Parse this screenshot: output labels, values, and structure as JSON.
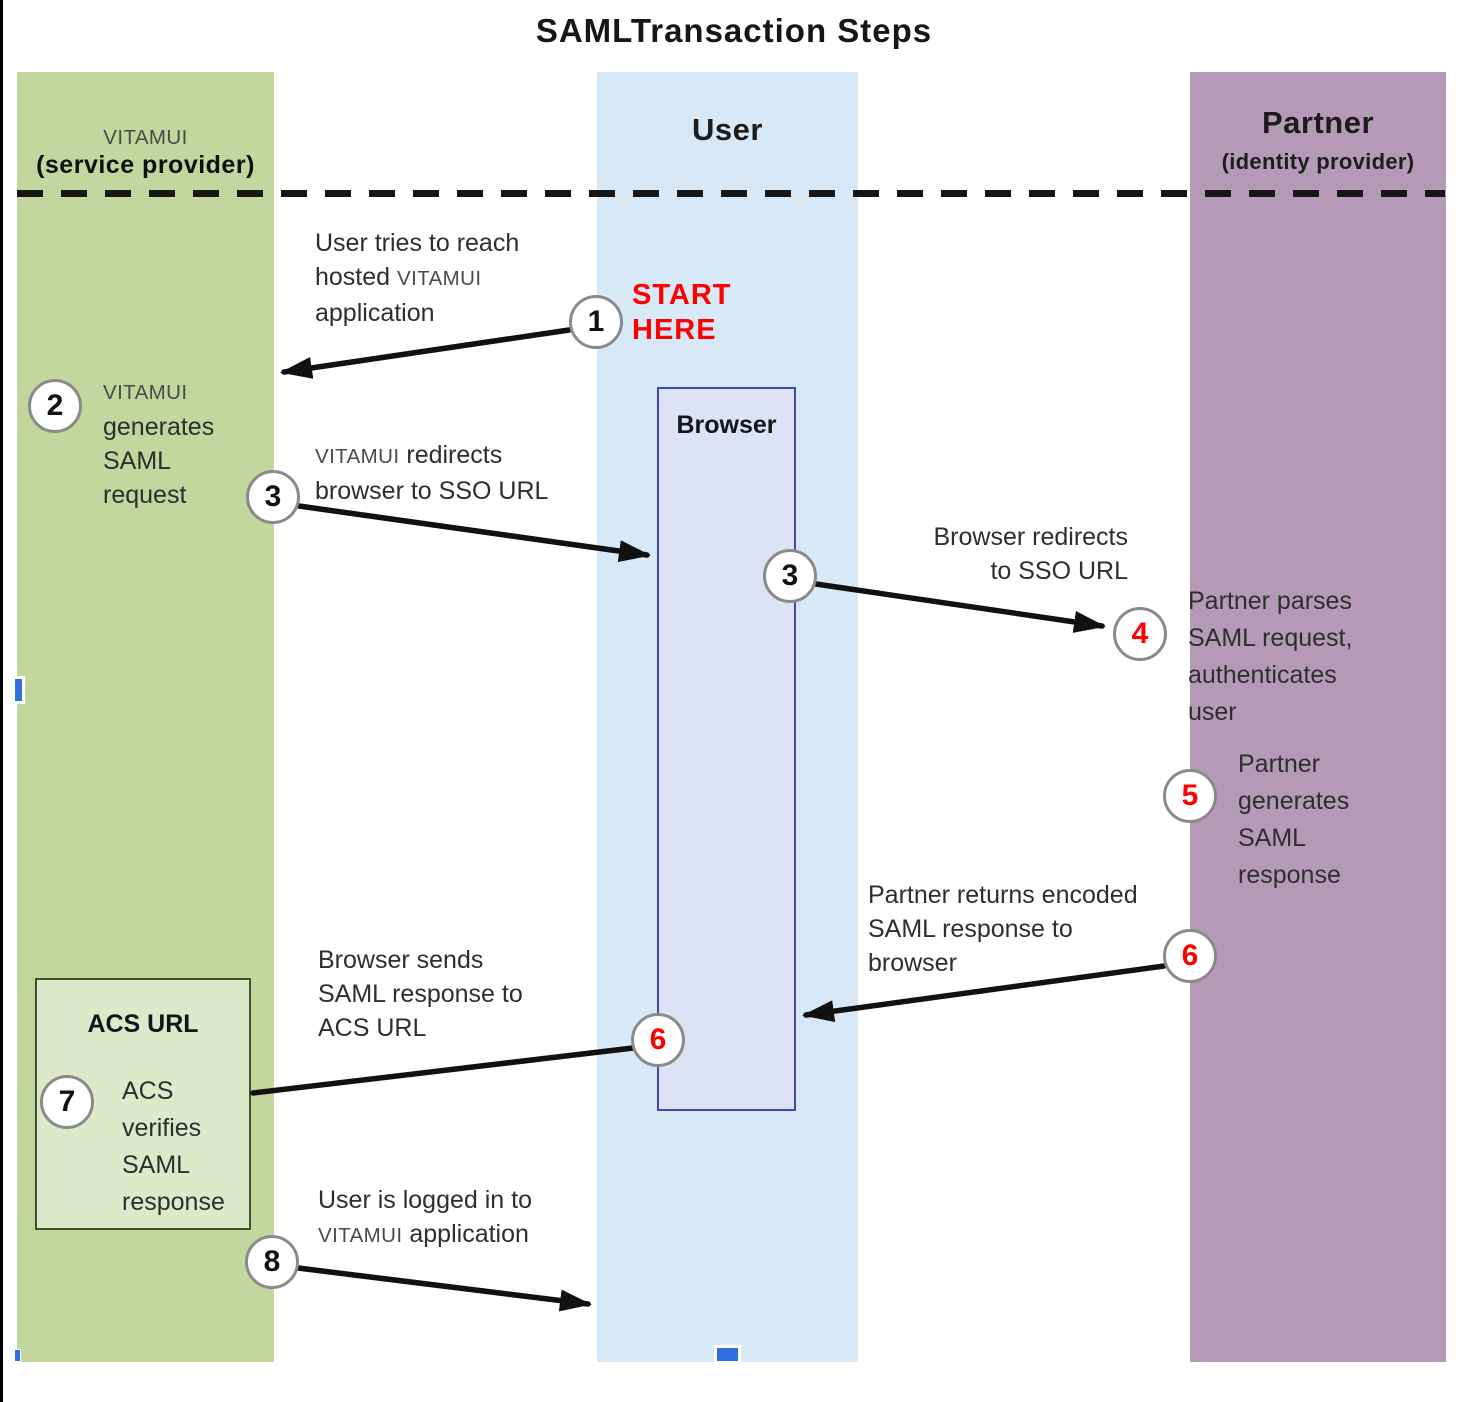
{
  "title": "SAMLTransaction Steps",
  "lanes": {
    "service_provider": {
      "name": "VITAMUI",
      "subtitle": "(service provider)"
    },
    "user": {
      "name": "User"
    },
    "identity_provider": {
      "name": "Partner",
      "subtitle": "(identity provider)"
    }
  },
  "boxes": {
    "browser": "Browser",
    "acs": "ACS URL"
  },
  "start_marker": "START\nHERE",
  "step_circles": [
    {
      "id": "1",
      "num": "1",
      "variant": "black"
    },
    {
      "id": "2",
      "num": "2",
      "variant": "black"
    },
    {
      "id": "3-left",
      "num": "3",
      "variant": "black"
    },
    {
      "id": "3-right",
      "num": "3",
      "variant": "black"
    },
    {
      "id": "4",
      "num": "4",
      "variant": "red"
    },
    {
      "id": "5",
      "num": "5",
      "variant": "red"
    },
    {
      "id": "6-right",
      "num": "6",
      "variant": "red"
    },
    {
      "id": "6-left",
      "num": "6",
      "variant": "red"
    },
    {
      "id": "7",
      "num": "7",
      "variant": "black"
    },
    {
      "id": "8",
      "num": "8",
      "variant": "black"
    }
  ],
  "annotations": {
    "step1": "User tries to reach\nhosted VITAMUI\napplication",
    "step2": "VITAMUI\ngenerates\nSAML\nrequest",
    "step3_left": "VITAMUI redirects\nbrowser to SSO URL",
    "step3_right": "Browser redirects\nto SSO URL",
    "step4": "Partner parses\nSAML request,\nauthenticates\nuser",
    "step5": "Partner\ngenerates\nSAML\nresponse",
    "step6_right": "Partner returns encoded\nSAML response to\nbrowser",
    "step6_left": "Browser sends\nSAML response to\nACS URL",
    "step7": "ACS\nverifies\nSAML\nresponse",
    "step8": "User is logged in to\nVITAMUI application"
  },
  "colors": {
    "red": "#ff0000",
    "lane_green": "#c3d69d",
    "lane_blue": "#d7e8f7",
    "lane_purple": "#b49ab6",
    "browser_fill": "#dde3f4",
    "browser_border": "#4149a8",
    "acs_fill": "#dde9c9",
    "acs_border": "#3f4f2a",
    "arrow": "#111111",
    "circle_border": "#8a8a8a",
    "selection_blue": "#2f6fe4"
  }
}
